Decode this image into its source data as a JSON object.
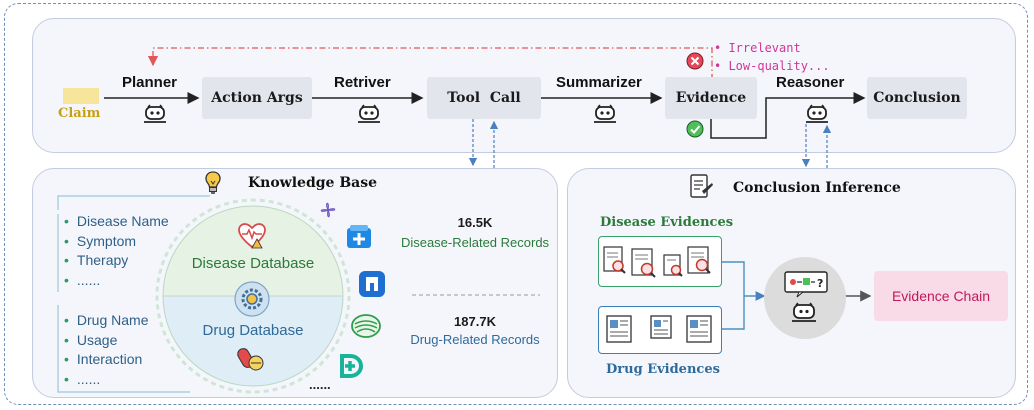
{
  "pipeline": {
    "claim": "Claim",
    "planner": "Planner",
    "action_args": "Action Args",
    "retriever": "Retriver",
    "tool_call": "Tool  Call",
    "summarizer": "Summarizer",
    "evidence": "Evidence",
    "reasoner": "Reasoner",
    "conclusion": "Conclusion",
    "feedback_tags": [
      "Irrelevant",
      "Low-quality..."
    ]
  },
  "knowledge_base": {
    "title": "Knowledge Base",
    "disease_items": [
      "Disease Name",
      "Symptom",
      "Therapy",
      "......"
    ],
    "drug_items": [
      "Drug Name",
      "Usage",
      "Interaction",
      "......"
    ],
    "disease_db": "Disease Database",
    "drug_db": "Drug Database",
    "disease_count": "16.5K",
    "disease_records": "Disease-Related Records",
    "drug_count": "187.7K",
    "drug_records": "Drug-Related Records",
    "more_sources": "......"
  },
  "inference": {
    "title": "Conclusion Inference",
    "disease_evidences": "Disease Evidences",
    "drug_evidences": "Drug Evidences",
    "evidence_chain": "Evidence Chain"
  },
  "icons": [
    "robot-icon",
    "lightbulb-icon",
    "heart-monitor-icon",
    "gear-icon",
    "pills-icon",
    "document-search-icon",
    "newspaper-icon",
    "checklist-icon",
    "reject-icon",
    "accept-icon"
  ],
  "colors": {
    "panel_bg": "#f4f6fc",
    "node_bg": "#e2e5ec",
    "claim_box": "#f6e59a",
    "disease_green": "#2c7a3b",
    "drug_blue": "#2e6a9a",
    "feedback_red": "#e25858",
    "evidence_chain_bg": "#f8dbe6"
  }
}
